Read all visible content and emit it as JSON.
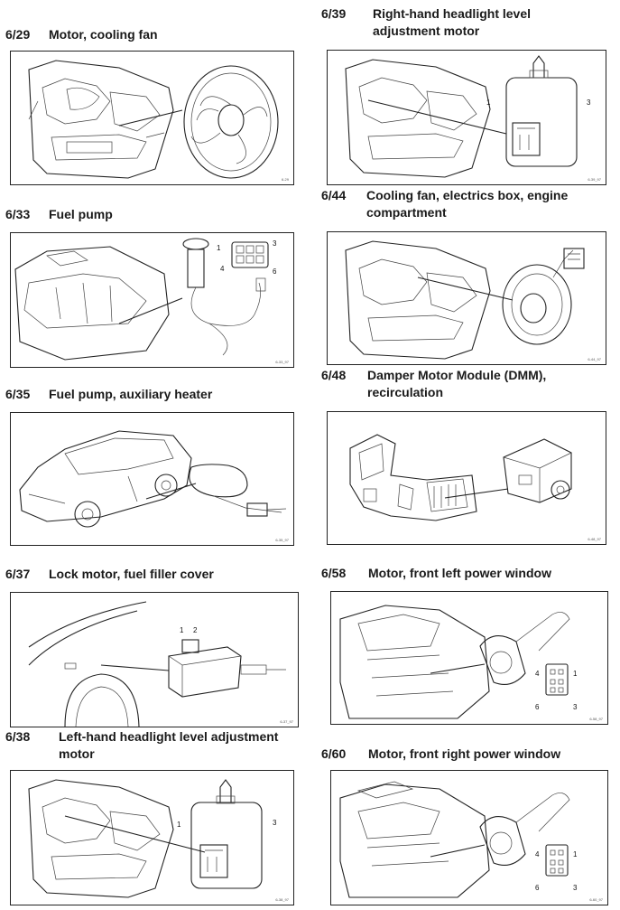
{
  "sections": [
    {
      "code": "6/29",
      "title_lines": [
        "Motor, cooling fan"
      ],
      "fig": "6-29"
    },
    {
      "code": "6/33",
      "title_lines": [
        "Fuel pump"
      ],
      "fig": "6-33_97",
      "pins": [
        "1",
        "3",
        "4",
        "6"
      ]
    },
    {
      "code": "6/35",
      "title_lines": [
        "Fuel pump, auxiliary heater"
      ],
      "fig": "6-35_97"
    },
    {
      "code": "6/37",
      "title_lines": [
        "Lock motor, fuel filler cover"
      ],
      "fig": "6-37_97",
      "pins": [
        "1",
        "2"
      ]
    },
    {
      "code": "6/38",
      "title_lines": [
        "Left-hand headlight level adjustment",
        "motor"
      ],
      "fig": "6-38_97",
      "pins": [
        "1",
        "3"
      ]
    },
    {
      "code": "6/39",
      "title_lines": [
        "Right-hand headlight level",
        "adjustment motor"
      ],
      "fig": "6-39_97",
      "pins": [
        "1",
        "3"
      ]
    },
    {
      "code": "6/44",
      "title_lines": [
        "Cooling fan, electrics box, engine",
        "compartment"
      ],
      "fig": "6-44_97"
    },
    {
      "code": "6/48",
      "title_lines": [
        "Damper Motor Module (DMM),",
        "recirculation"
      ],
      "fig": "6-48_97"
    },
    {
      "code": "6/58",
      "title_lines": [
        "Motor, front left power window"
      ],
      "fig": "6-58_97",
      "pins": [
        "4",
        "1",
        "6",
        "3"
      ]
    },
    {
      "code": "6/60",
      "title_lines": [
        "Motor, front right power window"
      ],
      "fig": "6-60_97",
      "pins": [
        "4",
        "1",
        "6",
        "3"
      ]
    }
  ]
}
